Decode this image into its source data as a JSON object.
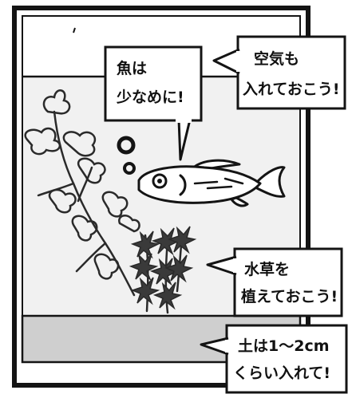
{
  "callouts": {
    "air": {
      "line1": "空気も",
      "line2": "入れておこう!"
    },
    "fish": {
      "line1": "魚は",
      "line2": "少なめに!"
    },
    "plants": {
      "line1": "水草を",
      "line2": "植えておこう!"
    },
    "soil": {
      "line1": "土は1～2cm",
      "line2": "くらい入れて!"
    }
  },
  "colors": {
    "ink": "#141414",
    "paper": "#ffffff",
    "water": "#f1f1f1",
    "soil": "#cfcfcf",
    "plant_stem": "#2a2a2a",
    "plant_fill": "#3a3a3a"
  }
}
